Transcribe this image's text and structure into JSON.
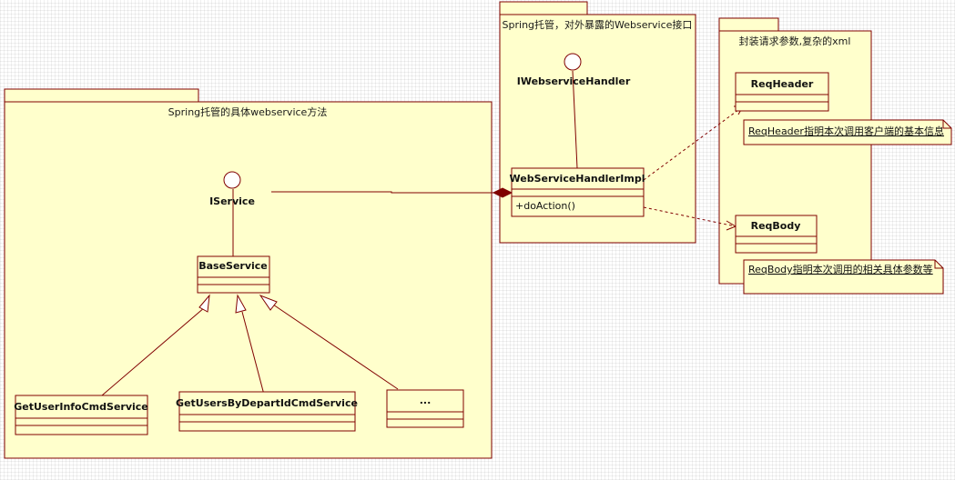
{
  "colors": {
    "fill": "#ffffcc",
    "line": "#800000"
  },
  "packages": {
    "webservice": "Spring托管的具体webservice方法",
    "handler": "Spring托管，对外暴露的Webservice接口",
    "xml": "封装请求参数,复杂的xml"
  },
  "interfaces": {
    "iservice": "IService",
    "iwebservice_handler": "IWebserviceHandler"
  },
  "classes": {
    "base_service": "BaseService",
    "get_user_info": "GetUserInfoCmdService",
    "get_users_by_depart": "GetUsersByDepartIdCmdService",
    "ellipsis": "...",
    "handler_impl": "WebServiceHandlerImpl",
    "handler_impl_op": "+doAction()",
    "req_header": "ReqHeader",
    "req_body": "ReqBody"
  },
  "notes": {
    "req_header_note": "ReqHeader指明本次调用客户端的基本信息",
    "req_body_note": "ReqBody指明本次调用的相关具体参数等"
  }
}
